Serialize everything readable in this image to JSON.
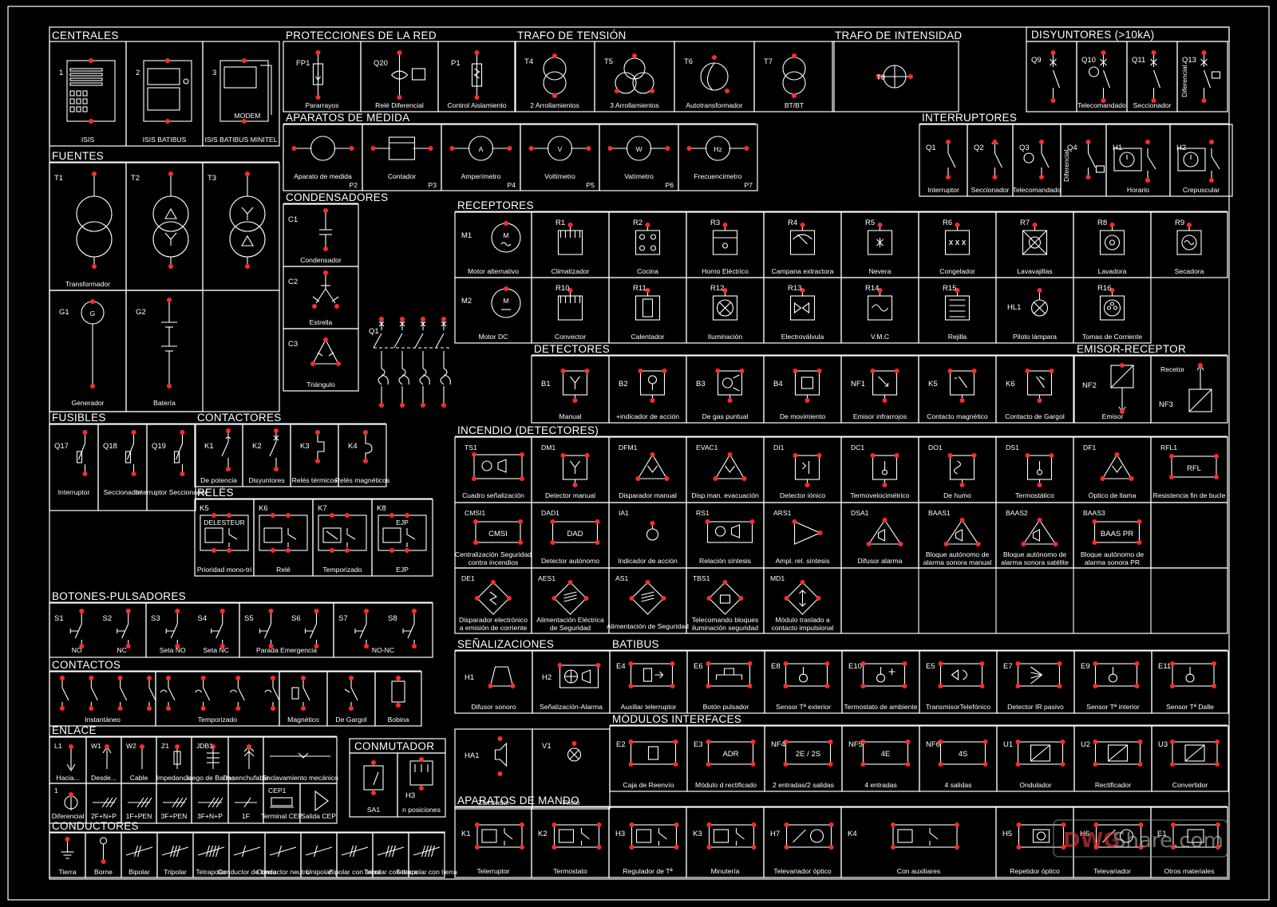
{
  "sections": {
    "centrales": "CENTRALES",
    "protecciones": "PROTECCIONES DE LA RED",
    "trafo_tension": "TRAFO DE TENSIÓN",
    "trafo_intensidad": "TRAFO DE INTENSIDAD",
    "disyuntores": "DISYUNTORES (>10kA)",
    "aparatos_medida": "APARATOS DE MEDIDA",
    "interruptores": "INTERRUPTORES",
    "fuentes": "FUENTES",
    "condensadores": "CONDENSADORES",
    "receptores": "RECEPTORES",
    "detectores": "DETECTORES",
    "emisor_receptor": "EMISOR-RECEPTOR",
    "fusibles": "FUSIBLES",
    "contactores": "CONTACTORES",
    "reles": "RELÉS",
    "incendio": "INCENDIO (DETECTORES)",
    "botones": "BOTONES-PULSADORES",
    "contactos": "CONTACTOS",
    "enlace": "ENLACE",
    "conmutador": "CONMUTADOR",
    "conductores": "CONDUCTORES",
    "senalizaciones": "SEÑALIZACIONES",
    "batibus": "BATIBUS",
    "modulos": "MÓDULOS INTERFACES",
    "aparatos_mando": "APARATOS DE MANDO"
  },
  "centrales": [
    {
      "tag": "1",
      "label": "ISIS"
    },
    {
      "tag": "2",
      "label": "ISIS BATIBUS"
    },
    {
      "tag": "3",
      "label": "ISIS BATIBUS MINITEL",
      "modem": "MODEM"
    }
  ],
  "protecciones": [
    {
      "tag": "FP1",
      "label": "Pararrayos"
    },
    {
      "tag": "Q20",
      "label": "Relé Diferencial"
    },
    {
      "tag": "P1",
      "label": "Control Aislamiento"
    }
  ],
  "trafo_tension": [
    {
      "tag": "T4",
      "label": "2 Arrollamientos"
    },
    {
      "tag": "T5",
      "label": "3 Arrollamientos"
    },
    {
      "tag": "T6",
      "label": "Autotransformador"
    },
    {
      "tag": "T7",
      "label": "BT/BT"
    }
  ],
  "trafo_intensidad": {
    "tag": "T8"
  },
  "disyuntores": [
    {
      "tag": "Q9",
      "label": ""
    },
    {
      "tag": "Q10",
      "label": "Telecomandado"
    },
    {
      "tag": "Q11",
      "label": "Seccionador"
    },
    {
      "tag": "Q13",
      "label": "",
      "side": "Diferencial"
    }
  ],
  "aparatos_medida": [
    {
      "tag": "P2",
      "label": "Aparato de medida",
      "sym": ""
    },
    {
      "tag": "P3",
      "label": "Contador",
      "sym": ""
    },
    {
      "tag": "P4",
      "label": "Amperímetro",
      "sym": "A"
    },
    {
      "tag": "P5",
      "label": "Voltímetro",
      "sym": "V"
    },
    {
      "tag": "P6",
      "label": "Vatímetro",
      "sym": "W"
    },
    {
      "tag": "P7",
      "label": "Frecuencímetro",
      "sym": "Hz"
    }
  ],
  "interruptores": [
    {
      "tag": "Q1",
      "label": "Interruptor"
    },
    {
      "tag": "Q2",
      "label": "Seccionador"
    },
    {
      "tag": "Q3",
      "label": "Telecomandado"
    },
    {
      "tag": "Q4",
      "label": "",
      "side": "Diferencial"
    },
    {
      "tag": "H1",
      "label": "Horario"
    },
    {
      "tag": "H2",
      "label": "Crepuscular"
    }
  ],
  "fuentes": [
    {
      "tag": "T1",
      "label": "Transformador"
    },
    {
      "tag": "T2",
      "label": ""
    },
    {
      "tag": "T3",
      "label": ""
    },
    {
      "tag": "G1",
      "label": "Generador",
      "sym": "G"
    },
    {
      "tag": "G2",
      "label": "Batería"
    }
  ],
  "condensadores": [
    {
      "tag": "C1",
      "label": "Condensador"
    },
    {
      "tag": "C2",
      "label": "Estrella"
    },
    {
      "tag": "C3",
      "label": "Triángulo"
    }
  ],
  "q1_tag": "Q1",
  "receptores_row1": [
    {
      "tag": "M1",
      "label": "Motor alternativo",
      "sym": "M"
    },
    {
      "tag": "R1",
      "label": "Climatizador"
    },
    {
      "tag": "R2",
      "label": "Cocina"
    },
    {
      "tag": "R3",
      "label": "Horno Eléctrico"
    },
    {
      "tag": "R4",
      "label": "Campana extractora"
    },
    {
      "tag": "R5",
      "label": "Nevera"
    },
    {
      "tag": "R6",
      "label": "Congelador"
    },
    {
      "tag": "R7",
      "label": "Lavavajillas"
    },
    {
      "tag": "R8",
      "label": "Lavadora"
    },
    {
      "tag": "R9",
      "label": "Secadora"
    }
  ],
  "receptores_row2": [
    {
      "tag": "M2",
      "label": "Motor DC",
      "sym": "M"
    },
    {
      "tag": "R10",
      "label": "Convector"
    },
    {
      "tag": "R11",
      "label": "Calentador"
    },
    {
      "tag": "R12",
      "label": "Iluminación"
    },
    {
      "tag": "R13",
      "label": "Electroválvula"
    },
    {
      "tag": "R14",
      "label": "V.M.C"
    },
    {
      "tag": "R15",
      "label": "Rejilla"
    },
    {
      "tag": "HL1",
      "label": "Piloto lámpara"
    },
    {
      "tag": "R16",
      "label": "Tomas de Corriente"
    }
  ],
  "detectores": [
    {
      "tag": "B1",
      "label": "Manual"
    },
    {
      "tag": "B2",
      "label": "+indicador de acción"
    },
    {
      "tag": "B3",
      "label": "De gas puntual"
    },
    {
      "tag": "B4",
      "label": "De movimiento"
    },
    {
      "tag": "NF1",
      "label": "Emisor infrarrojos"
    },
    {
      "tag": "K5",
      "label": "Contacto magnético"
    },
    {
      "tag": "K6",
      "label": "Contacto de Gargol"
    }
  ],
  "emisor_receptor": [
    {
      "tag": "NF2",
      "label": "Emisor"
    },
    {
      "tag": "NF3",
      "label": "Recetor"
    }
  ],
  "fusibles": [
    {
      "tag": "Q17",
      "label": "Interruptor"
    },
    {
      "tag": "Q18",
      "label": "Seccionador"
    },
    {
      "tag": "Q19",
      "label": "Interruptor Seccionador"
    }
  ],
  "contactores": [
    {
      "tag": "K1",
      "label": "De potencia"
    },
    {
      "tag": "K2",
      "label": "Disyuntores"
    },
    {
      "tag": "K3",
      "label": "Relés térmicos"
    },
    {
      "tag": "K4",
      "label": "Relés magnéticos"
    }
  ],
  "reles": [
    {
      "tag": "K5",
      "label": "Prioridad mono-tri",
      "box": "DELESTEUR"
    },
    {
      "tag": "K6",
      "label": "Relé"
    },
    {
      "tag": "K7",
      "label": "Temporizado"
    },
    {
      "tag": "K8",
      "label": "EJP",
      "box": "EJP"
    }
  ],
  "incendio_row1": [
    {
      "tag": "TS1",
      "label": "Cuadro señalización"
    },
    {
      "tag": "DM1",
      "label": "Detector manual"
    },
    {
      "tag": "DFM1",
      "label": "Disparador manual"
    },
    {
      "tag": "EVAC1",
      "label": "Disp.man. evacuación"
    },
    {
      "tag": "DI1",
      "label": "Detector iónico"
    },
    {
      "tag": "DC1",
      "label": "Termovelocimétrico"
    },
    {
      "tag": "DO1",
      "label": "De humo"
    },
    {
      "tag": "DS1",
      "label": "Termostático"
    },
    {
      "tag": "DF1",
      "label": "Óptico de llama"
    },
    {
      "tag": "RFL1",
      "label": "Resistencia fin de bucle",
      "box": "RFL"
    }
  ],
  "incendio_row2": [
    {
      "tag": "CMSI1",
      "label": "Centralización Seguridad",
      "label2": "contra incendios",
      "box": "CMSI"
    },
    {
      "tag": "DAD1",
      "label": "Detector autónomo",
      "box": "DAD"
    },
    {
      "tag": "IA1",
      "label": "Indicador de acción"
    },
    {
      "tag": "RS1",
      "label": "Relación síntesis"
    },
    {
      "tag": "ARS1",
      "label": "Ampl. rel. síntesis"
    },
    {
      "tag": "DSA1",
      "label": "Difusor alarma"
    },
    {
      "tag": "BAAS1",
      "label": "Bloque autónomo de",
      "label2": "alarma sonora manual"
    },
    {
      "tag": "BAAS2",
      "label": "Bloque autónomo de",
      "label2": "alarma sonora satélite"
    },
    {
      "tag": "BAAS3",
      "label": "Bloque autónomo de",
      "label2": "alarma sonora PR",
      "box": "BAAS PR"
    }
  ],
  "incendio_row3": [
    {
      "tag": "DE1",
      "label": "Disparador electrónico",
      "label2": "a emisión de corriente"
    },
    {
      "tag": "AES1",
      "label": "Alimentación Eléctrica",
      "label2": "de Seguridad"
    },
    {
      "tag": "AS1",
      "label": "Alimentación de Seguridad"
    },
    {
      "tag": "TBS1",
      "label": "Telecomando bloques",
      "label2": "iluminación seguridad"
    },
    {
      "tag": "MD1",
      "label": "Módulo traslado a",
      "label2": "contacto impulsional"
    }
  ],
  "botones": [
    {
      "tag": "S1",
      "tag2": "S2",
      "label": "NO",
      "label2": "NC"
    },
    {
      "tag": "S3",
      "tag2": "S4",
      "label": "Seta NO",
      "label2": "Seta NC"
    },
    {
      "tag": "S5",
      "tag2": "S6",
      "label": "Parada Emergencia"
    },
    {
      "tag": "S7",
      "tag2": "S8",
      "label": "NO-NC"
    }
  ],
  "contactos": [
    {
      "label": "Instantáneo"
    },
    {
      "label": "Temporizado"
    },
    {
      "label": "Magnético"
    },
    {
      "label": "De Gargol"
    },
    {
      "label": "Bobina"
    }
  ],
  "enlace_row1": [
    {
      "tag": "L1",
      "label": "Hacia..."
    },
    {
      "tag": "W1",
      "label": "Desde..."
    },
    {
      "tag": "W2",
      "label": "Cable"
    },
    {
      "tag": "Z1",
      "label": "Impedancia"
    },
    {
      "tag": "JDB1",
      "label": "Juego de Barras"
    },
    {
      "tag": "",
      "label": "Desenchufable"
    },
    {
      "tag": "",
      "label": "Enclavamiento mecánico"
    }
  ],
  "enlace_row2": [
    {
      "tag": "1",
      "label": "Diferencial"
    },
    {
      "tag": "",
      "label": "2F+N+P"
    },
    {
      "tag": "",
      "label": "1F+PEN"
    },
    {
      "tag": "",
      "label": "3F+PEN"
    },
    {
      "tag": "",
      "label": "3F+N+P"
    },
    {
      "tag": "",
      "label": "1F"
    },
    {
      "tag": "CEP1",
      "label": "Terminal CEP"
    },
    {
      "tag": "",
      "label": "Salida CEP"
    }
  ],
  "conmutador": [
    {
      "tag": "SA1",
      "label": "SA1"
    },
    {
      "tag": "H3",
      "label": "n posiciones"
    }
  ],
  "conductores": [
    {
      "label": "Tierra"
    },
    {
      "label": "Borne"
    },
    {
      "label": "Bipolar"
    },
    {
      "label": "Tripolar"
    },
    {
      "label": "Tetrapolar"
    },
    {
      "label": "Conductor de tierra"
    },
    {
      "label": "Conductor neutro"
    },
    {
      "label": "Unipolar"
    },
    {
      "label": "Bipolar con tierra"
    },
    {
      "label": "Tripolar con tierra"
    },
    {
      "label": "Tetrapolar con tierra"
    }
  ],
  "senalizaciones": [
    {
      "tag": "H1",
      "label": "Difusor sonoro"
    },
    {
      "tag": "H2",
      "label": "Señalización-Alarma"
    },
    {
      "tag": "HA1",
      "label": "Zumbador"
    },
    {
      "tag": "V1",
      "label": "Piloto"
    }
  ],
  "batibus": [
    {
      "tag": "E4",
      "label": "Auxiliar telerruptor"
    },
    {
      "tag": "E6",
      "label": "Botón pulsador"
    },
    {
      "tag": "E8",
      "label": "Sensor Tª exterior"
    },
    {
      "tag": "E10",
      "label": "Termostato de ambiente"
    },
    {
      "tag": "E5",
      "label": "TransmisorTelefónico"
    },
    {
      "tag": "E7",
      "label": "Detector IR pasivo"
    },
    {
      "tag": "E9",
      "label": "Sensor Tª interior"
    },
    {
      "tag": "E11",
      "label": "Sensor Tª Dalle"
    }
  ],
  "modulos": [
    {
      "tag": "E2",
      "label": "Caja de Reenvío"
    },
    {
      "tag": "E3",
      "label": "Módulo d rectificado",
      "box": "ADR"
    },
    {
      "tag": "NF4",
      "label": "2 entradas/2 salidas",
      "box": "2E / 2S"
    },
    {
      "tag": "NF5",
      "label": "4 entradas",
      "box": "4E"
    },
    {
      "tag": "NF6",
      "label": "4 salidas",
      "box": "4S"
    },
    {
      "tag": "U1",
      "label": "Ondulador"
    },
    {
      "tag": "U2",
      "label": "Rectificador"
    },
    {
      "tag": "U3",
      "label": "Convertidor"
    }
  ],
  "mando": [
    {
      "tag": "K1",
      "label": "Telerruptor"
    },
    {
      "tag": "K2",
      "label": "Termostato"
    },
    {
      "tag": "H3",
      "label": "Regulador de Tª"
    },
    {
      "tag": "K3",
      "label": "Minutería"
    },
    {
      "tag": "H7",
      "label": "Televariador óptico"
    },
    {
      "tag": "K4",
      "label": "Con auxiliares"
    },
    {
      "tag": "H5",
      "label": "Repetidor óptico"
    },
    {
      "tag": "H6",
      "label": "Televariador"
    },
    {
      "tag": "E1",
      "label": "Otros materiales"
    }
  ],
  "watermark": {
    "a": "DWG",
    "b": "Share.com"
  },
  "colors": {
    "bg": "#000000",
    "line": "#ffffff",
    "pin": "#ff2b2b"
  }
}
